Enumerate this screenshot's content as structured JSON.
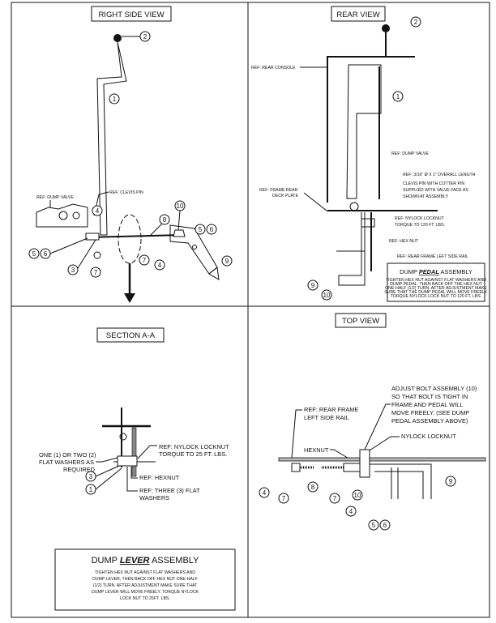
{
  "right_side_view": {
    "title": "RIGHT SIDE VIEW",
    "labels": {
      "dump_valve": "REF: DUMP VALVE",
      "clevis_pin": "REF: CLEVIS PIN"
    },
    "callouts": [
      "2",
      "1",
      "10",
      "8",
      "4",
      "5",
      "6",
      "5",
      "6",
      "3",
      "7",
      "7",
      "4",
      "9"
    ]
  },
  "rear_view": {
    "title": "REAR VIEW",
    "labels": {
      "rear_console": "REF: REAR CONSOLE",
      "dump_valve": "REF: DUMP VALVE",
      "clevis_1": "REF: 3/16\" Ø X 1\" OVERALL LENGTH",
      "clevis_2": "CLEVIS PIN WITH COTTER PIN",
      "clevis_3": "SUPPLIED WITH VALVE FACE AS",
      "clevis_4": "SHOWN AT ASSEMBLY",
      "deck_1": "REF: FRAME REAR",
      "deck_2": "DECK PLATE",
      "locknut_1": "REF: NYLOCK LOCKNUT",
      "locknut_2": "TORQUE TO 120 FT. LBS.",
      "hexnut": "REF: HEX NUT",
      "rail": "REF: REAR FRAME LEFT SIDE RAIL"
    },
    "callouts": [
      "2",
      "1",
      "10",
      "9"
    ],
    "note": {
      "title_pre": "DUMP ",
      "title_em": "PEDAL",
      "title_post": " ASSEMBLY",
      "lines": [
        "TIGHTEN HEX NUT AGAINST FLAT WASHERS AND",
        "DUMP PEDAL. THEN BACK OFF THE HEX NUT",
        "ONE-HALF (1/2) TURN. AFTER ADJUSTMENT MAKE",
        "SURE THAT THE DUMP PEDAL WILL MOVE FREELY.",
        "TORQUE NYLOCK LOCK NUT TO 120 FT. LBS."
      ]
    }
  },
  "section_aa": {
    "title": "SECTION A-A",
    "labels": {
      "washers_1": "ONE (1) OR TWO (2)",
      "washers_2": "FLAT WASHERS AS",
      "washers_3": "REQUIRED",
      "locknut_1": "REF: NYLOCK LOCKNUT",
      "locknut_2": "TORQUE TO 25 FT. LBS.",
      "hexnut": "REF: HEXNUT",
      "flat_1": "REF: THREE (3) FLAT",
      "flat_2": "WASHERS"
    },
    "callouts": [
      "3",
      "1"
    ],
    "note": {
      "title_pre": "DUMP ",
      "title_em": "LEVER",
      "title_post": " ASSEMBLY",
      "lines": [
        "TIGHTEN HEX NUT AGAINST FLAT WASHERS AND",
        "DUMP LEVER, THEN BACK OFF HEX NUT ONE-HALF",
        "(1/2) TURN. AFTER ADJUSTMENT MAKE SURE THAT",
        "DUMP LEVER WILL MOVE FREELY. TORQUE NYLOCK",
        "LOCK NUT TO 25FT. LBS."
      ]
    }
  },
  "top_view": {
    "title": "TOP VIEW",
    "labels": {
      "adjust_1": "ADJUST BOLT ASSEMBLY (10)",
      "adjust_2": "SO THAT BOLT IS TIGHT IN",
      "adjust_3": "FRAME AND PEDAL WILL",
      "adjust_4": "MOVE FREELY. (SEE DUMP",
      "adjust_5": "PEDAL ASSEMBLY ABOVE)",
      "rail_1": "REF: REAR FRAME",
      "rail_2": "LEFT SIDE RAIL",
      "hexnut": "HEXNUT",
      "locknut": "NYLOCK LOCKNUT"
    },
    "callouts": [
      "4",
      "7",
      "8",
      "7",
      "4",
      "10",
      "9",
      "5",
      "6"
    ]
  }
}
